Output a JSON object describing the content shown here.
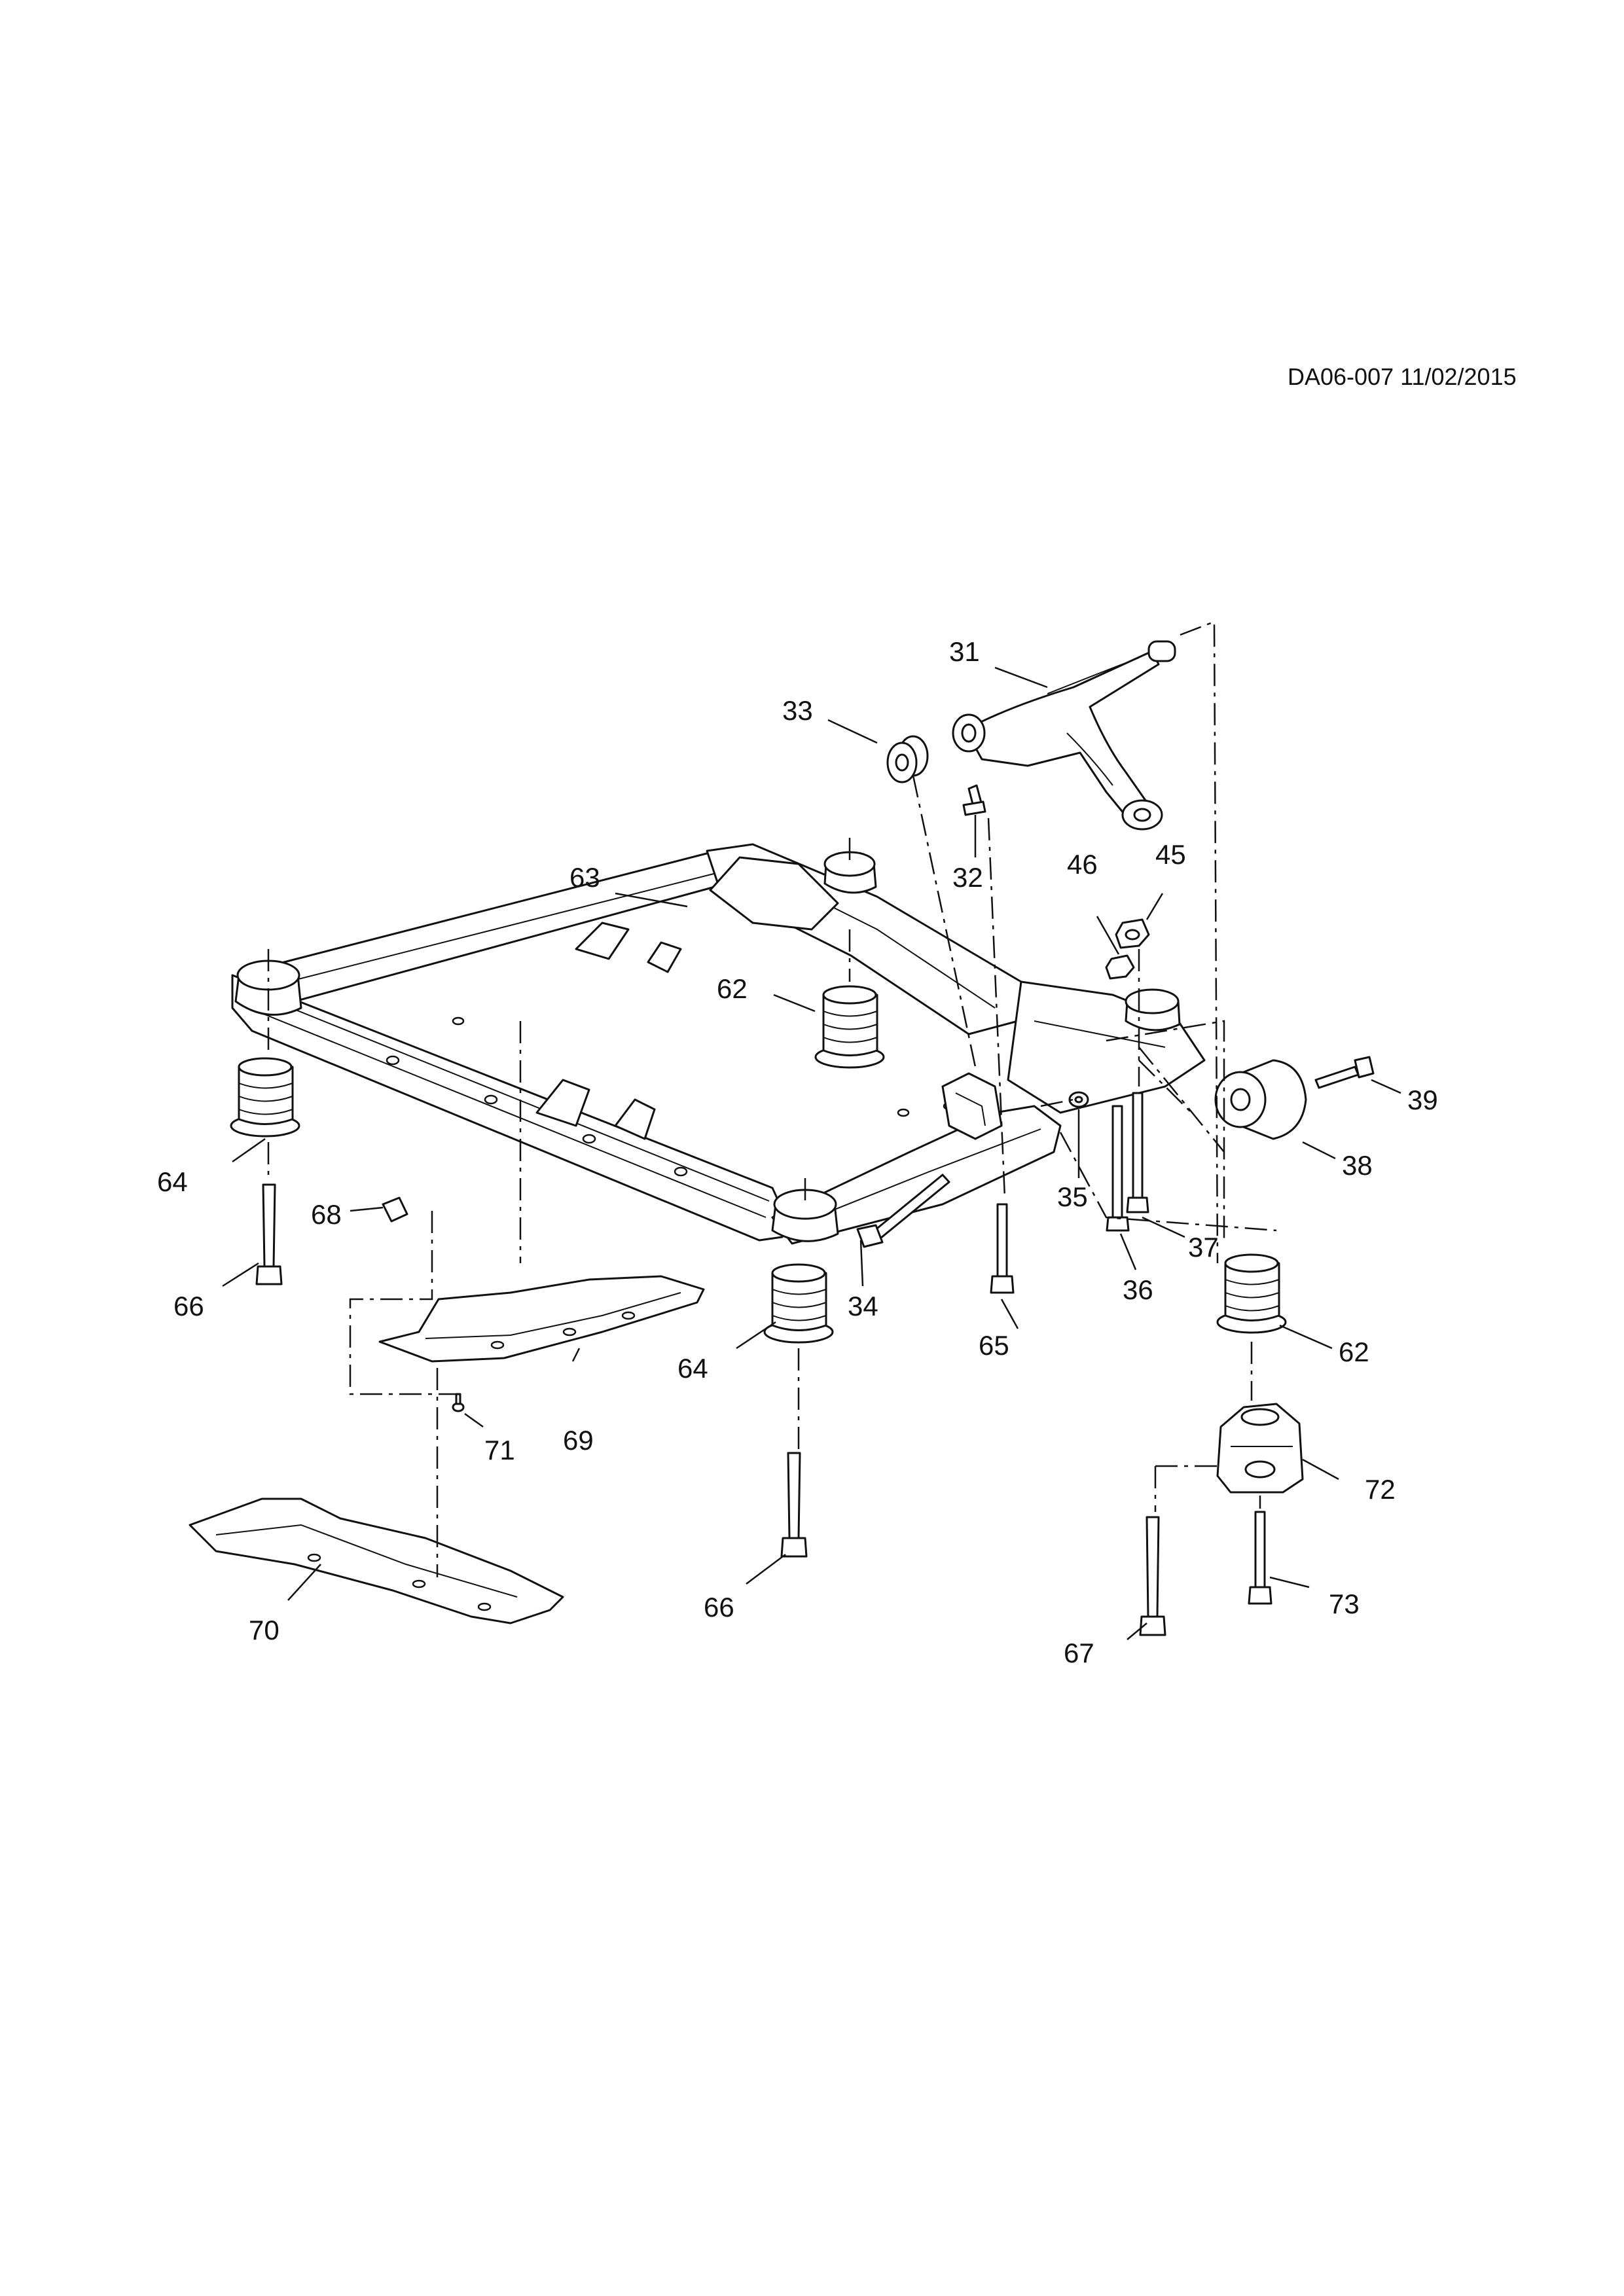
{
  "header": {
    "code": "DA06-007 11/02/2015"
  },
  "callouts": [
    {
      "id": "31",
      "text": "31"
    },
    {
      "id": "32",
      "text": "32"
    },
    {
      "id": "33",
      "text": "33"
    },
    {
      "id": "34",
      "text": "34"
    },
    {
      "id": "35",
      "text": "35"
    },
    {
      "id": "36",
      "text": "36"
    },
    {
      "id": "37",
      "text": "37"
    },
    {
      "id": "38",
      "text": "38"
    },
    {
      "id": "39",
      "text": "39"
    },
    {
      "id": "45",
      "text": "45"
    },
    {
      "id": "46",
      "text": "46"
    },
    {
      "id": "62a",
      "text": "62"
    },
    {
      "id": "62b",
      "text": "62"
    },
    {
      "id": "63",
      "text": "63"
    },
    {
      "id": "64a",
      "text": "64"
    },
    {
      "id": "64b",
      "text": "64"
    },
    {
      "id": "65",
      "text": "65"
    },
    {
      "id": "66a",
      "text": "66"
    },
    {
      "id": "66b",
      "text": "66"
    },
    {
      "id": "67",
      "text": "67"
    },
    {
      "id": "68",
      "text": "68"
    },
    {
      "id": "69",
      "text": "69"
    },
    {
      "id": "70",
      "text": "70"
    },
    {
      "id": "71",
      "text": "71"
    },
    {
      "id": "72",
      "text": "72"
    },
    {
      "id": "73",
      "text": "73"
    }
  ]
}
